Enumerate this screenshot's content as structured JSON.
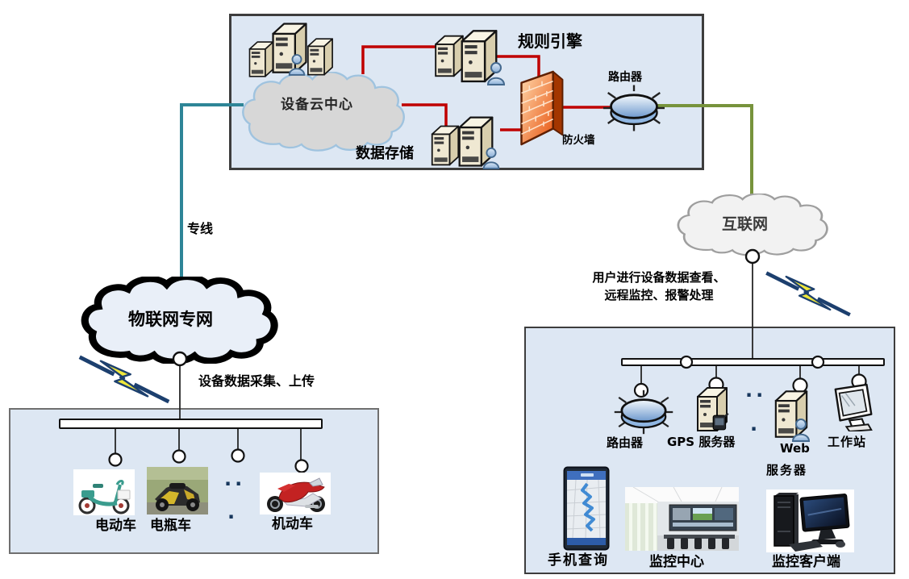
{
  "colors": {
    "box_fill": "#dde7f3",
    "box_border": "#3d3d3d",
    "line_red": "#c00000",
    "line_teal": "#2e8597",
    "line_green": "#77933c",
    "line_black": "#262626",
    "cloud_gray_fill": "#d7d7d7",
    "cloud_internet_fill": "#f2f2f2",
    "bolt_yellow": "#efe73b",
    "bolt_blue": "#1c3f6e"
  },
  "cloud_platform": {
    "cloud_label": "设备云中心",
    "rule_engine_label": "规则引擎",
    "data_storage_label": "数据存储",
    "firewall_label": "防火墙",
    "router_label": "路由器"
  },
  "private_network": {
    "line_label": "专线",
    "cloud_label": "物联网专网",
    "upload_label": "设备数据采集、上传",
    "ellipsis_top": "..",
    "ellipsis_bottom": ".",
    "vehicles": [
      {
        "label": "电动车"
      },
      {
        "label": "电瓶车"
      },
      {
        "label": "机动车"
      }
    ]
  },
  "internet": {
    "cloud_label": "互联网",
    "user_action_line1": "用户进行设备数据查看、",
    "user_action_line2": "远程监控、报警处理"
  },
  "monitoring": {
    "router_label": "路由器",
    "gps_server_label": "GPS 服务器",
    "web_server_label_line1": "Web",
    "web_server_label_line2": "服务器",
    "workstation_label": "工作站",
    "ellipsis_top": "..",
    "ellipsis_bottom": ".",
    "phone_label": "手机查询",
    "center_label": "监控中心",
    "client_label": "监控客户端"
  }
}
